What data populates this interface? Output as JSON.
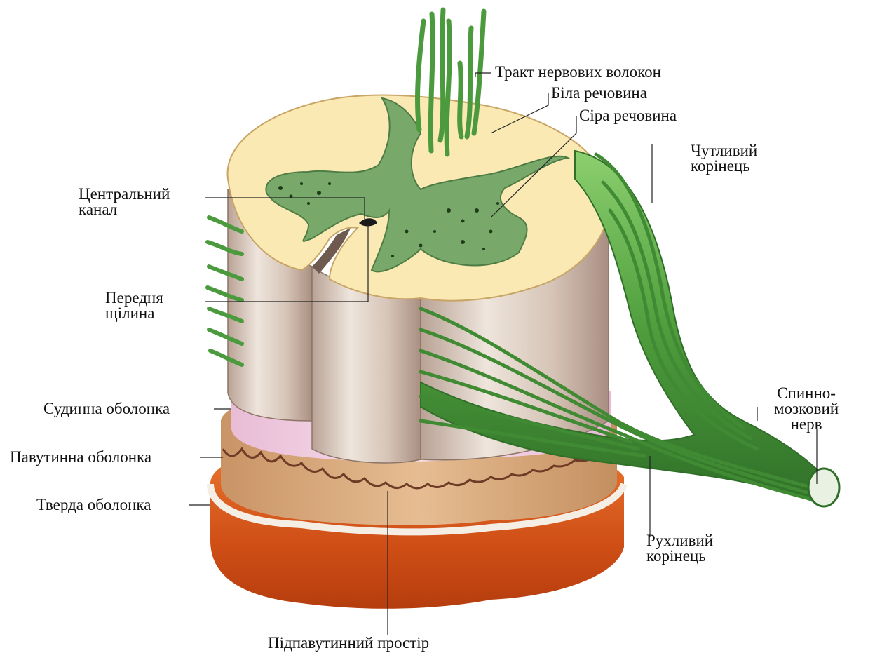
{
  "diagram": {
    "labels": {
      "tract": "Тракт нервових волокон",
      "white_matter": "Біла речовина",
      "grey_matter": "Сіра речовина",
      "sensory_root_1": "Чутливий",
      "sensory_root_2": "корінець",
      "central_canal_1": "Центральний",
      "central_canal_2": "канал",
      "anterior_fissure_1": "Передня",
      "anterior_fissure_2": "щілина",
      "pia_mater": "Судинна оболонка",
      "arachnoid": "Павутинна оболонка",
      "dura_mater": "Тверда оболонка",
      "spinal_nerve_1": "Спинно-",
      "spinal_nerve_2": "мозковий",
      "spinal_nerve_3": "нерв",
      "motor_root_1": "Рухливий",
      "motor_root_2": "корінець",
      "subarachnoid": "Підпавутинний простір"
    },
    "colors": {
      "white_matter": "#fbe9b4",
      "grey_matter": "#79a86b",
      "nerve_fiber": "#4c9a3e",
      "column": "#d8c8bc",
      "pia": "#f2d2e4",
      "arachnoid": "#d4a57a",
      "dura": "#d8581c"
    }
  }
}
